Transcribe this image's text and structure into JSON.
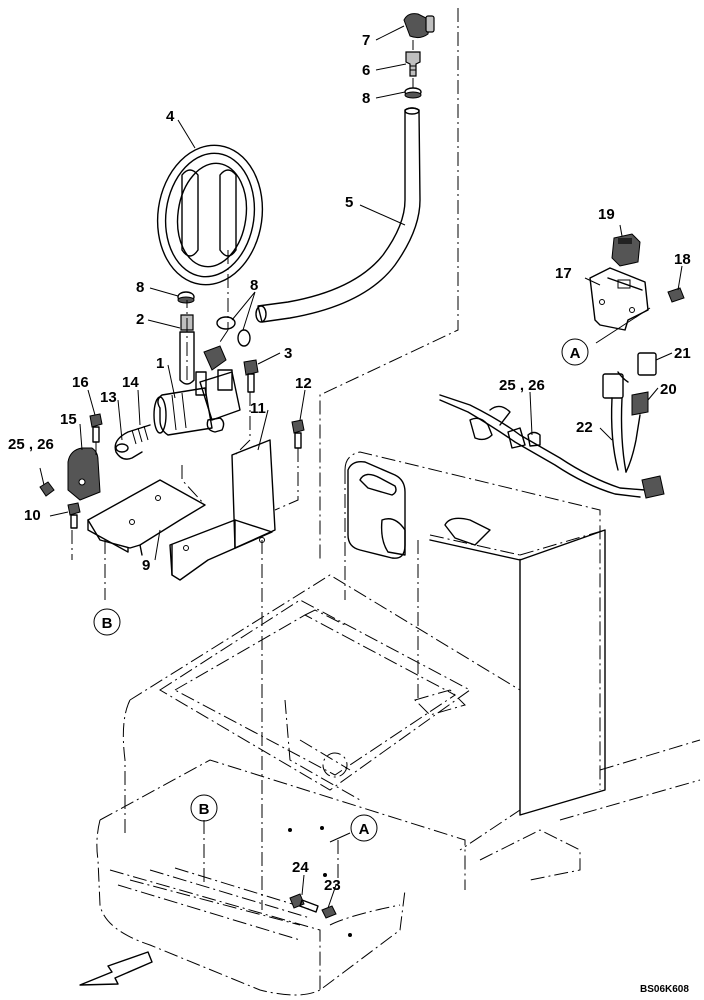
{
  "labels": {
    "p1": "1",
    "p2": "2",
    "p3": "3",
    "p4": "4",
    "p5": "5",
    "p6": "6",
    "p7": "7",
    "p8a": "8",
    "p8b": "8",
    "p8c": "8",
    "p9": "9",
    "p10": "10",
    "p11": "11",
    "p12": "12",
    "p13": "13",
    "p14": "14",
    "p15": "15",
    "p16": "16",
    "p17": "17",
    "p18": "18",
    "p19": "19",
    "p20": "20",
    "p21": "21",
    "p22": "22",
    "p23": "23",
    "p24": "24",
    "p2526a": "25 , 26",
    "p2526b": "25 , 26",
    "refA1": "A",
    "refA2": "A",
    "refB1": "B",
    "refB2": "B",
    "code": "BS06K608"
  }
}
